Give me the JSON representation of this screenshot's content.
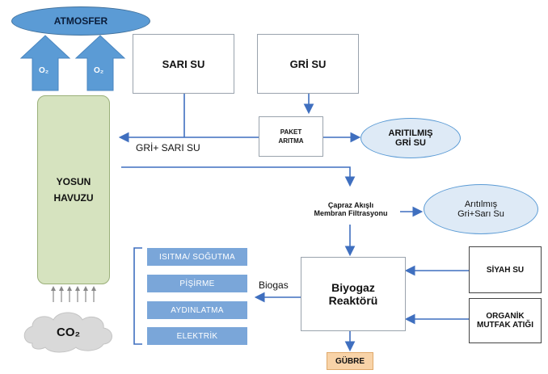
{
  "atmosphere": {
    "label": "ATMOSFER"
  },
  "oxygen": [
    {
      "label": "O₂"
    },
    {
      "label": "O₂"
    }
  ],
  "pond": {
    "line1": "YOSUN",
    "line2": "HAVUZU"
  },
  "co2": {
    "label": "CO₂"
  },
  "yellow_water": {
    "label": "SARI SU"
  },
  "grey_water": {
    "label": "GRİ SU"
  },
  "package_treatment": {
    "line1": "PAKET",
    "line2": "ARITMA"
  },
  "grey_yellow_label": "GRİ+ SARI SU",
  "treated_grey": {
    "line1": "ARITILMIŞ",
    "line2": "GRİ SU"
  },
  "membrane": {
    "line1": "Çapraz Akışlı",
    "line2": "Membran Filtrasyonu"
  },
  "treated_grey_yellow": {
    "line1": "Arıtılmış",
    "line2": "Gri+Sarı Su"
  },
  "energy_uses": [
    {
      "label": "ISITMA/ SOĞUTMA"
    },
    {
      "label": "PİŞİRME"
    },
    {
      "label": "AYDINLATMA"
    },
    {
      "label": "ELEKTRİK"
    }
  ],
  "biogas_label": "Biogas",
  "reactor": {
    "line1": "Biyogaz",
    "line2": "Reaktörü"
  },
  "black_water": {
    "label": "SİYAH SU"
  },
  "organic_waste": {
    "line1": "ORGANİK",
    "line2": "MUTFAK ATIĞI"
  },
  "fertilizer": {
    "label": "GÜBRE"
  },
  "colors": {
    "accent": "#3f6fbf",
    "arrow_fill": "#5b9bd5",
    "pond": "#d6e3bf",
    "cloud": "#d9d9d9",
    "fertilizer": "#f8d3a8"
  }
}
